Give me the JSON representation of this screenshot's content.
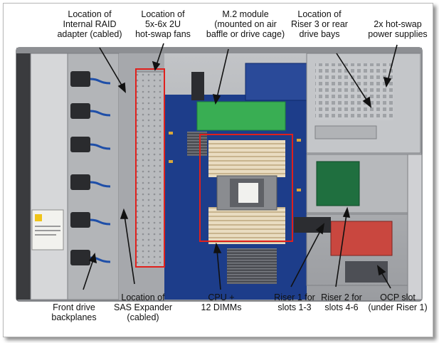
{
  "figure": {
    "callouts": {
      "raid": "Location of\nInternal RAID\nadapter (cabled)",
      "fans": "Location of\n5x-6x 2U\nhot-swap fans",
      "m2": "M.2 module\n(mounted on air\nbaffle or drive cage)",
      "riser3": "Location of\nRiser 3 or rear\ndrive bays",
      "psu": "2x hot-swap\npower supplies",
      "backplanes": "Front drive\nbackplanes",
      "sas": "Location of\nSAS Expander\n(cabled)",
      "cpu": "CPU +\n12 DIMMs",
      "riser1": "Riser 1 for\nslots 1-3",
      "riser2": "Riser 2 for\nslots 4-6",
      "ocp": "OCP slot\n(under Riser 1)"
    },
    "colors": {
      "highlight_red": "#e0201c",
      "m2_green": "#3fc24a",
      "board_blue": "#1d3d8a",
      "chassis_gray": "#a9abaf"
    }
  }
}
